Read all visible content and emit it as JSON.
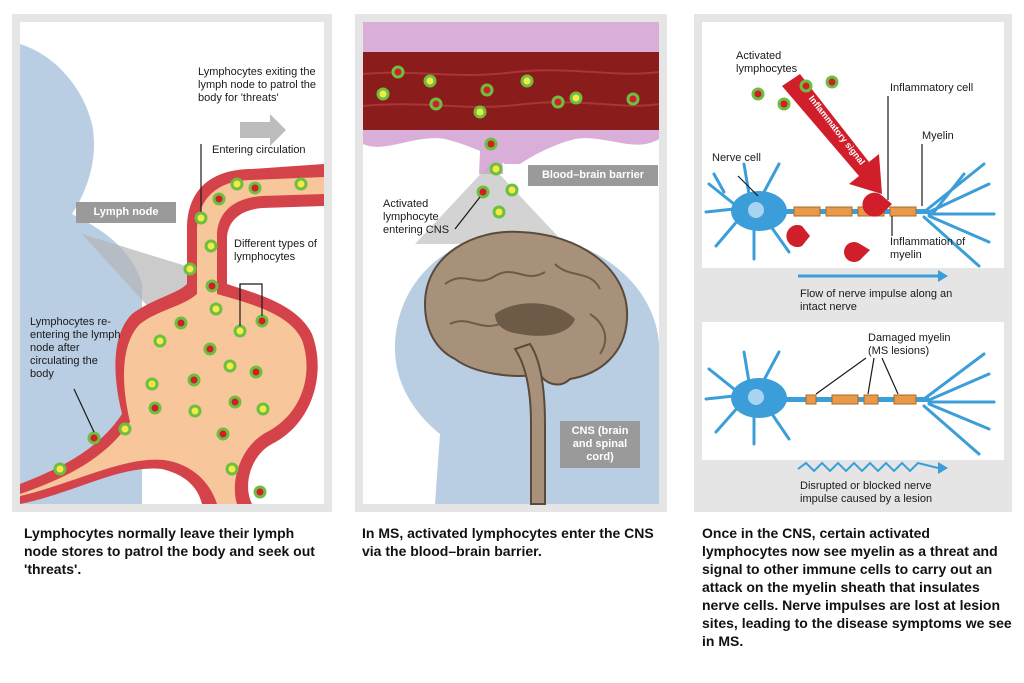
{
  "panel1": {
    "label_exiting": "Lymphocytes exiting the lymph node to patrol the body for 'threats'",
    "label_entering": "Entering circulation",
    "tag_lymph_node": "Lymph node",
    "label_types": "Different types of lymphocytes",
    "label_reentering": "Lymphocytes re-entering the lymph node after circulating the body",
    "caption": "Lymphocytes normally leave their lymph node stores to patrol the body and seek out 'threats'."
  },
  "panel2": {
    "tag_bbb": "Blood–brain barrier",
    "label_activated": "Activated lymphocyte entering CNS",
    "tag_cns": "CNS (brain and spinal cord)",
    "caption": "In MS, activated lymphocytes enter the CNS via the blood–brain barrier."
  },
  "panel3": {
    "label_activated": "Activated lymphocytes",
    "label_signal": "Inflammatory signal",
    "label_inflammatory_cell": "Inflammatory cell",
    "label_myelin": "Myelin",
    "label_nerve_cell": "Nerve cell",
    "label_inflammation": "Inflammation of myelin",
    "label_flow": "Flow of nerve impulse along an intact nerve",
    "label_damaged": "Damaged myelin (MS lesions)",
    "label_disrupted": "Disrupted or blocked nerve impulse caused by a lesion",
    "caption": "Once in the CNS, certain activated lymphocytes now see myelin as a threat and signal to other immune cells to carry out an attack on the myelin sheath that insulates nerve cells. Nerve impulses are lost at lesion sites, leading to the disease symptoms we see in MS."
  },
  "colors": {
    "panel_bg": "#e5e5e5",
    "vessel_red": "#d4434a",
    "lymph_fill": "#f7c79b",
    "lymphocyte_green": "#6cbf3f",
    "lymphocyte_yellow": "#f5e94a",
    "lymphocyte_red": "#d01f2a",
    "nerve_blue": "#3b9ed9",
    "myelin_orange": "#e8994a",
    "brain_tan": "#a8917a",
    "blood_dark": "#8b1c1c",
    "vessel_pink": "#d9aed9"
  }
}
